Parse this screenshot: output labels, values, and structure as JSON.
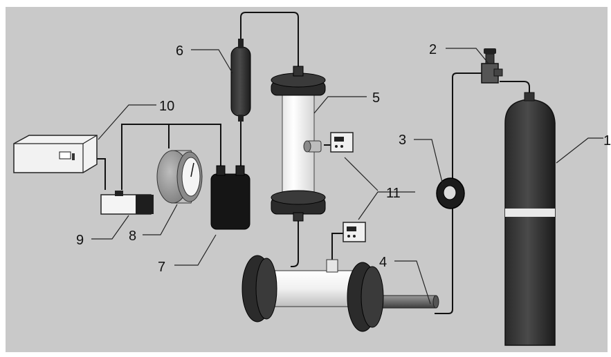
{
  "colors": {
    "background": "#c9c9c9",
    "tube": "#111111",
    "dark_body": "#222222",
    "light_body": "#f2f2f2",
    "glass": "#fafafa",
    "gray_body": "#9a9a9a"
  },
  "components": [
    {
      "id": "1",
      "label": "1"
    },
    {
      "id": "2",
      "label": "2"
    },
    {
      "id": "3",
      "label": "3"
    },
    {
      "id": "4",
      "label": "4"
    },
    {
      "id": "5",
      "label": "5"
    },
    {
      "id": "6",
      "label": "6"
    },
    {
      "id": "7",
      "label": "7"
    },
    {
      "id": "8",
      "label": "8"
    },
    {
      "id": "9",
      "label": "9"
    },
    {
      "id": "10",
      "label": "10"
    },
    {
      "id": "11",
      "label": "11"
    }
  ]
}
